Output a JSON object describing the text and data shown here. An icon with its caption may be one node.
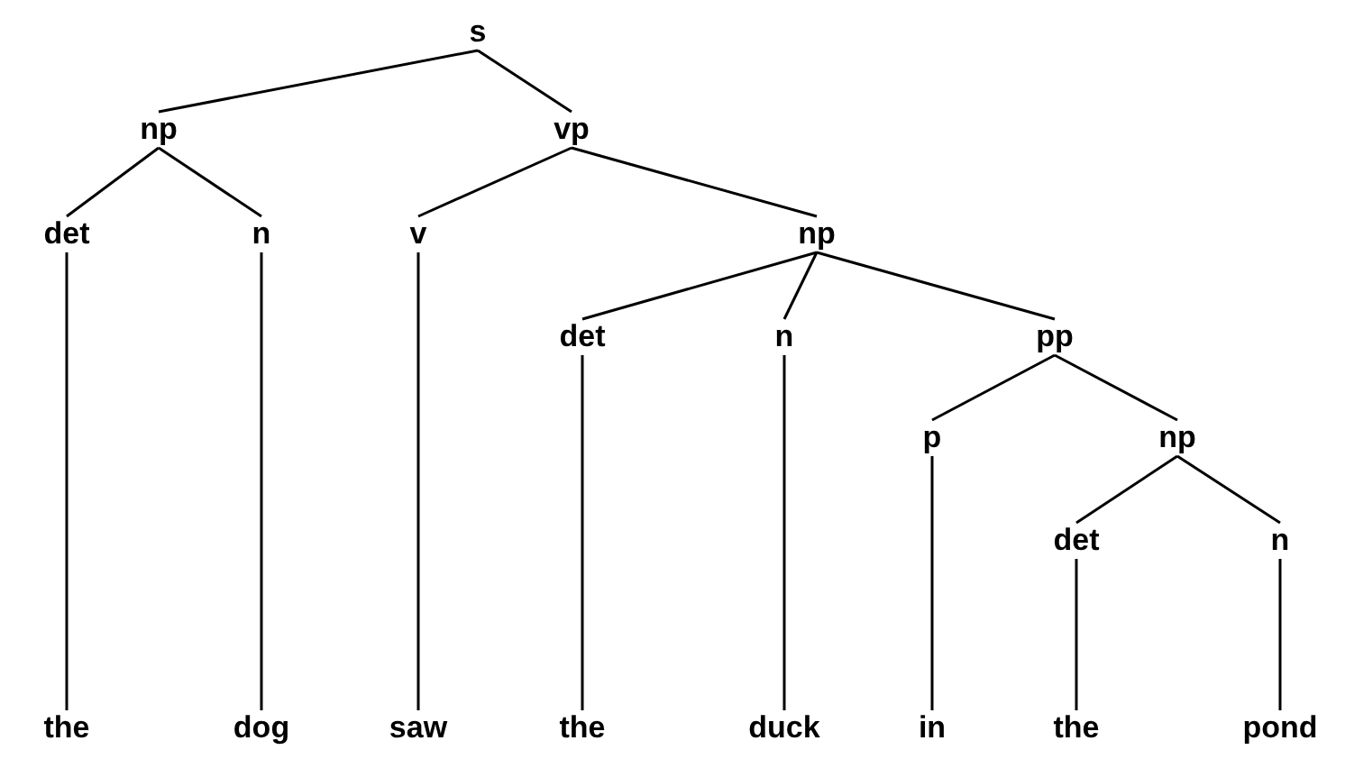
{
  "diagram": {
    "nodes": [
      {
        "text": [
          "s"
        ]
      },
      {
        "text": [
          "np"
        ]
      },
      {
        "text": [
          "vp"
        ]
      },
      {
        "text": [
          "det"
        ]
      },
      {
        "text": [
          "n"
        ]
      },
      {
        "text": [
          "v"
        ]
      },
      {
        "text": [
          "np"
        ]
      },
      {
        "text": [
          "det"
        ]
      },
      {
        "text": [
          "n"
        ]
      },
      {
        "text": [
          "pp"
        ]
      },
      {
        "text": [
          "p"
        ]
      },
      {
        "text": [
          "np"
        ]
      },
      {
        "text": [
          "det"
        ]
      },
      {
        "text": [
          "n"
        ]
      },
      {
        "text": [
          "the"
        ]
      },
      {
        "text": [
          "dog"
        ]
      },
      {
        "text": [
          "saw"
        ]
      },
      {
        "text": [
          "the"
        ]
      },
      {
        "text": [
          "duck"
        ]
      },
      {
        "text": [
          "in"
        ]
      },
      {
        "text": [
          "the"
        ]
      },
      {
        "text": [
          "pond"
        ]
      }
    ],
    "edges": [
      {
        "from": 0,
        "to": 1,
        "arrow": "none"
      },
      {
        "from": 0,
        "to": 2,
        "arrow": "none"
      },
      {
        "from": 1,
        "to": 3,
        "arrow": "none"
      },
      {
        "from": 1,
        "to": 4,
        "arrow": "none"
      },
      {
        "from": 2,
        "to": 5,
        "arrow": "none"
      },
      {
        "from": 2,
        "to": 6,
        "arrow": "none"
      },
      {
        "from": 6,
        "to": 7,
        "arrow": "none"
      },
      {
        "from": 6,
        "to": 8,
        "arrow": "none"
      },
      {
        "from": 6,
        "to": 9,
        "arrow": "none"
      },
      {
        "from": 9,
        "to": 10,
        "arrow": "none"
      },
      {
        "from": 9,
        "to": 11,
        "arrow": "none"
      },
      {
        "from": 11,
        "to": 12,
        "arrow": "none"
      },
      {
        "from": 11,
        "to": 13,
        "arrow": "none"
      },
      {
        "from": 3,
        "to": 14,
        "arrow": "none"
      },
      {
        "from": 4,
        "to": 15,
        "arrow": "none"
      },
      {
        "from": 5,
        "to": 16,
        "arrow": "none"
      },
      {
        "from": 7,
        "to": 17,
        "arrow": "none"
      },
      {
        "from": 8,
        "to": 18,
        "arrow": "none"
      },
      {
        "from": 10,
        "to": 19,
        "arrow": "none"
      },
      {
        "from": 12,
        "to": 20,
        "arrow": "none"
      },
      {
        "from": 13,
        "to": 21,
        "arrow": "none"
      }
    ]
  }
}
